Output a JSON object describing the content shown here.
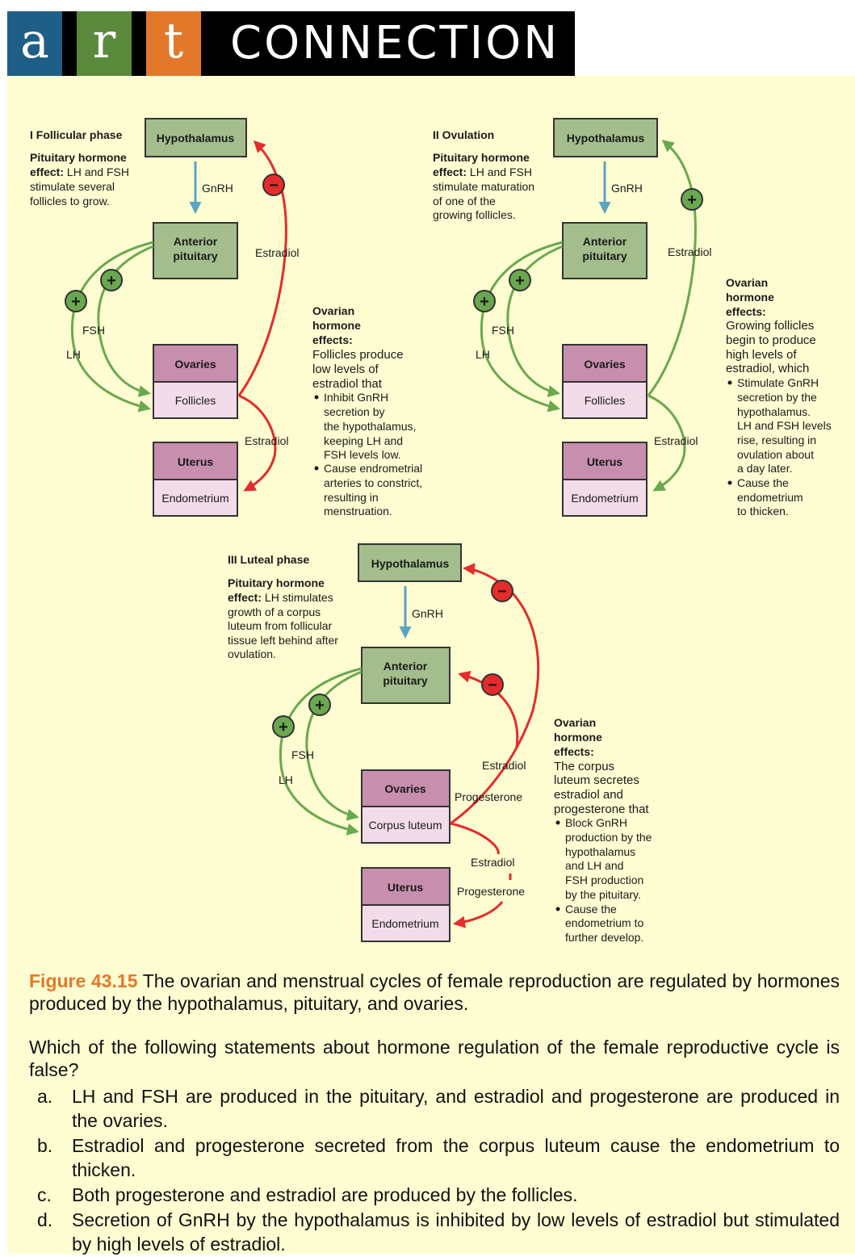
{
  "header": {
    "tiles": [
      {
        "letter": "a",
        "color": "#1f5e86"
      },
      {
        "letter": "r",
        "color": "#5b8a3c"
      },
      {
        "letter": "t",
        "color": "#e3782b"
      }
    ],
    "title": "CONNECTION"
  },
  "colors": {
    "panel_bg": "#fefdd2",
    "gland_green": "#a3be8c",
    "organ_purple": "#c78fad",
    "sub_pink": "#f2dce9",
    "stimulate_arrow": "#6aa84f",
    "inhibit_arrow": "#e52b2b",
    "gnrh_arrow": "#5ba4c0",
    "accent": "#e3782b"
  },
  "labels": {
    "hypothalamus": "Hypothalamus",
    "anterior_pituitary_1": "Anterior",
    "anterior_pituitary_2": "pituitary",
    "ovaries": "Ovaries",
    "follicles": "Follicles",
    "corpus_luteum": "Corpus luteum",
    "uterus": "Uterus",
    "endometrium": "Endometrium",
    "gnrh": "GnRH",
    "fsh": "FSH",
    "lh": "LH",
    "estradiol": "Estradiol",
    "progesterone": "Progesterone",
    "plus": "+",
    "minus": "−"
  },
  "phases": [
    {
      "title": "I Follicular phase",
      "pituitary_effect": [
        "Pituitary hormone",
        "effect:",
        " LH and FSH",
        "stimulate several",
        "follicles to grow."
      ],
      "ovarian_heading": [
        "Ovarian",
        "hormone",
        "effects:"
      ],
      "ovarian_lines": [
        "Follicles produce",
        "low levels of",
        "estradiol that"
      ],
      "bullets": [
        [
          "Inhibit GnRH",
          "secretion by",
          "the hypothalamus,",
          "keeping LH and",
          "FSH levels low."
        ],
        [
          "Cause endrometrial",
          "arteries to constrict,",
          "resulting in",
          "menstruation."
        ]
      ]
    },
    {
      "title": "II Ovulation",
      "pituitary_effect": [
        "Pituitary hormone",
        "effect:",
        " LH and FSH",
        "stimulate maturation",
        "of one of the",
        "growing follicles."
      ],
      "ovarian_heading": [
        "Ovarian",
        "hormone",
        "effects:"
      ],
      "ovarian_lines": [
        "Growing follicles",
        "begin to produce",
        "high levels of",
        "estradiol, which"
      ],
      "bullets": [
        [
          "Stimulate GnRH",
          "secretion by the",
          "hypothalamus.",
          "LH and FSH levels",
          "rise, resulting in",
          "ovulation about",
          "a day later."
        ],
        [
          "Cause the",
          "endometrium",
          "to thicken."
        ]
      ]
    },
    {
      "title": "III Luteal phase",
      "pituitary_effect": [
        "Pituitary hormone",
        "effect:",
        " LH stimulates",
        "growth of a corpus",
        "luteum from follicular",
        "tissue left behind after",
        "ovulation."
      ],
      "ovarian_heading": [
        "Ovarian",
        "hormone",
        "effects:"
      ],
      "ovarian_lines": [
        "The corpus",
        "luteum secretes",
        "estradiol and",
        "progesterone that"
      ],
      "bullets": [
        [
          "Block GnRH",
          "production by the",
          "hypothalamus",
          "and LH and",
          "FSH production",
          "by the pituitary."
        ],
        [
          "Cause the",
          "endometrium to",
          "further develop."
        ]
      ]
    }
  ],
  "caption": {
    "figure_label": "Figure 43.15",
    "text": " The ovarian and menstrual cycles of female reproduction are regulated by hormones produced by the hypothalamus, pituitary, and ovaries."
  },
  "question": {
    "prompt": "Which of the following statements about hormone regulation of the female reproductive cycle is false?",
    "options": [
      {
        "letter": "a.",
        "text": "LH and FSH are produced in the pituitary, and estradiol and progesterone are produced in the ovaries."
      },
      {
        "letter": "b.",
        "text": "Estradiol and progesterone secreted from the corpus luteum cause the endometrium to thicken."
      },
      {
        "letter": "c.",
        "text": "Both progesterone and estradiol are produced by the follicles."
      },
      {
        "letter": "d.",
        "text": "Secretion of GnRH by the hypothalamus is inhibited by low levels of estradiol but stimulated by high levels of estradiol."
      }
    ]
  }
}
